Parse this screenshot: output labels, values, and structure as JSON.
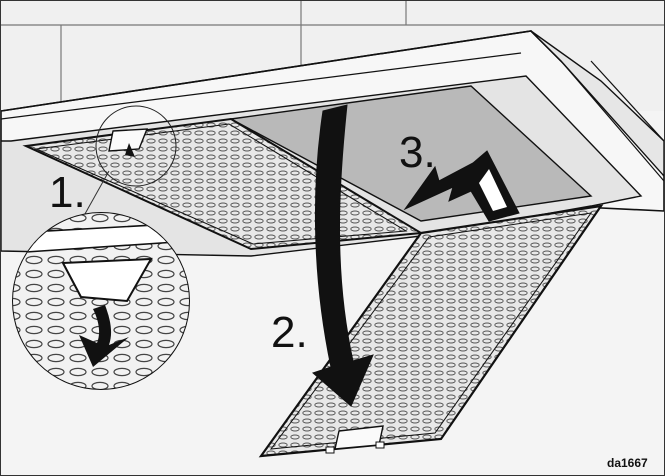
{
  "steps": {
    "step1": "1.",
    "step2": "2.",
    "step3": "3."
  },
  "figure_code": "da1667",
  "colors": {
    "line": "#111111",
    "hood_face": "#f6f6f6",
    "hood_shadow": "#dcdcdc",
    "opening": "#b9b9b9",
    "wall": "#eeeeee",
    "mesh": "#d9d9d9",
    "arrow": "#111111"
  },
  "icons": {
    "step1_arrow": "down-arrow-icon",
    "step2_arrow": "curved-down-arrow-icon",
    "step3_arrow": "bent-arrow-icon"
  }
}
